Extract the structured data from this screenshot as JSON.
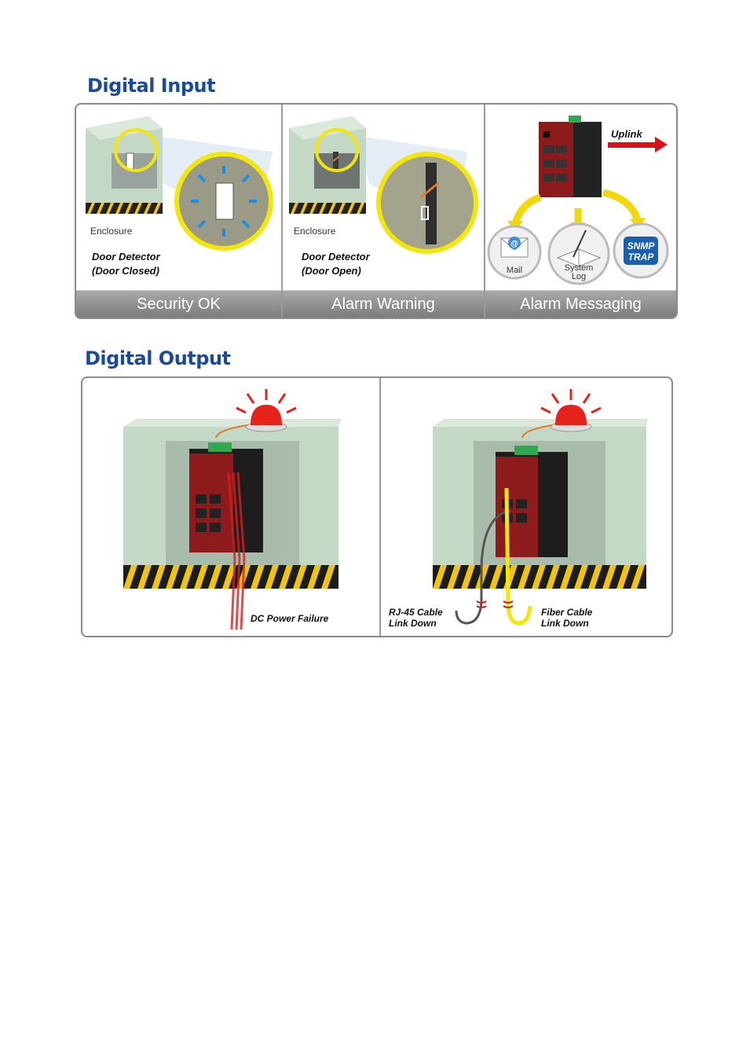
{
  "digital_input": {
    "title": "Digital Input",
    "panels": [
      {
        "enclosure_label": "Enclosure",
        "detector_line1": "Door Detector",
        "detector_line2": "(Door Closed)",
        "caption": "Security OK"
      },
      {
        "enclosure_label": "Enclosure",
        "detector_line1": "Door Detector",
        "detector_line2": "(Door Open)",
        "caption": "Alarm Warning"
      },
      {
        "uplink_label": "Uplink",
        "mail_label": "Mail",
        "syslog_line1": "System",
        "syslog_line2": "Log",
        "snmp_line1": "SNMP",
        "snmp_line2": "TRAP",
        "caption": "Alarm Messaging"
      }
    ]
  },
  "digital_output": {
    "title": "Digital Output",
    "panels": [
      {
        "failure_label": "DC Power Failure"
      },
      {
        "rj45_line1": "RJ-45 Cable",
        "rj45_line2": "Link Down",
        "fiber_line1": "Fiber Cable",
        "fiber_line2": "Link Down"
      }
    ]
  },
  "colors": {
    "title_blue": "#1a4a9c",
    "enclosure_green": "#c4d8c6",
    "switch_red": "#8e1b1b",
    "alarm_red": "#e5231b",
    "highlight_yellow": "#f2e60a"
  }
}
